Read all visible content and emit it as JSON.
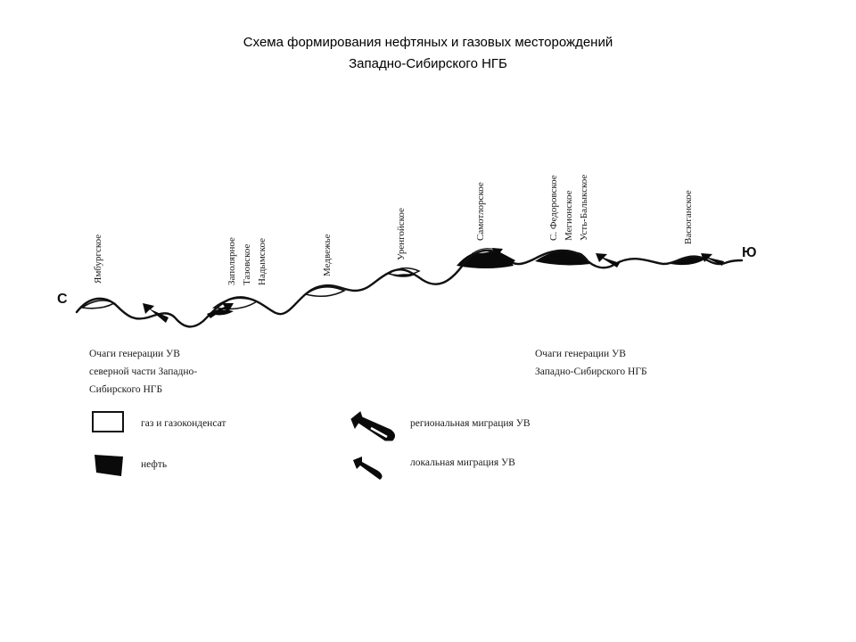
{
  "title": {
    "line1": "Схема формирования нефтяных и газовых месторождений",
    "line2": "Западно-Сибирского НГБ"
  },
  "ends": {
    "north": "С",
    "south": "Ю"
  },
  "fields": [
    "Ямбургское",
    "Заполярное",
    "Тазовское",
    "Надымское",
    "Медвежье",
    "Уренгойское",
    "Самотлорское",
    "С. Федоровское",
    "Мегионское",
    "Усть-Балыкское",
    "Васюганское"
  ],
  "generation_north": {
    "line1": "Очаги генерации УВ",
    "line2": "северной части Западно-",
    "line3": "Сибирского НГБ"
  },
  "generation_south": {
    "line1": "Очаги генерации УВ",
    "line2": "Западно-Сибирского НГБ"
  },
  "legend": {
    "gas": "газ и газоконденсат",
    "oil": "нефть",
    "regional": "региональная миграция УВ",
    "local": "локальная миграция УВ"
  },
  "colors": {
    "line": "#111111",
    "oil": "#0a0a0a",
    "gas": "#ffffff"
  }
}
